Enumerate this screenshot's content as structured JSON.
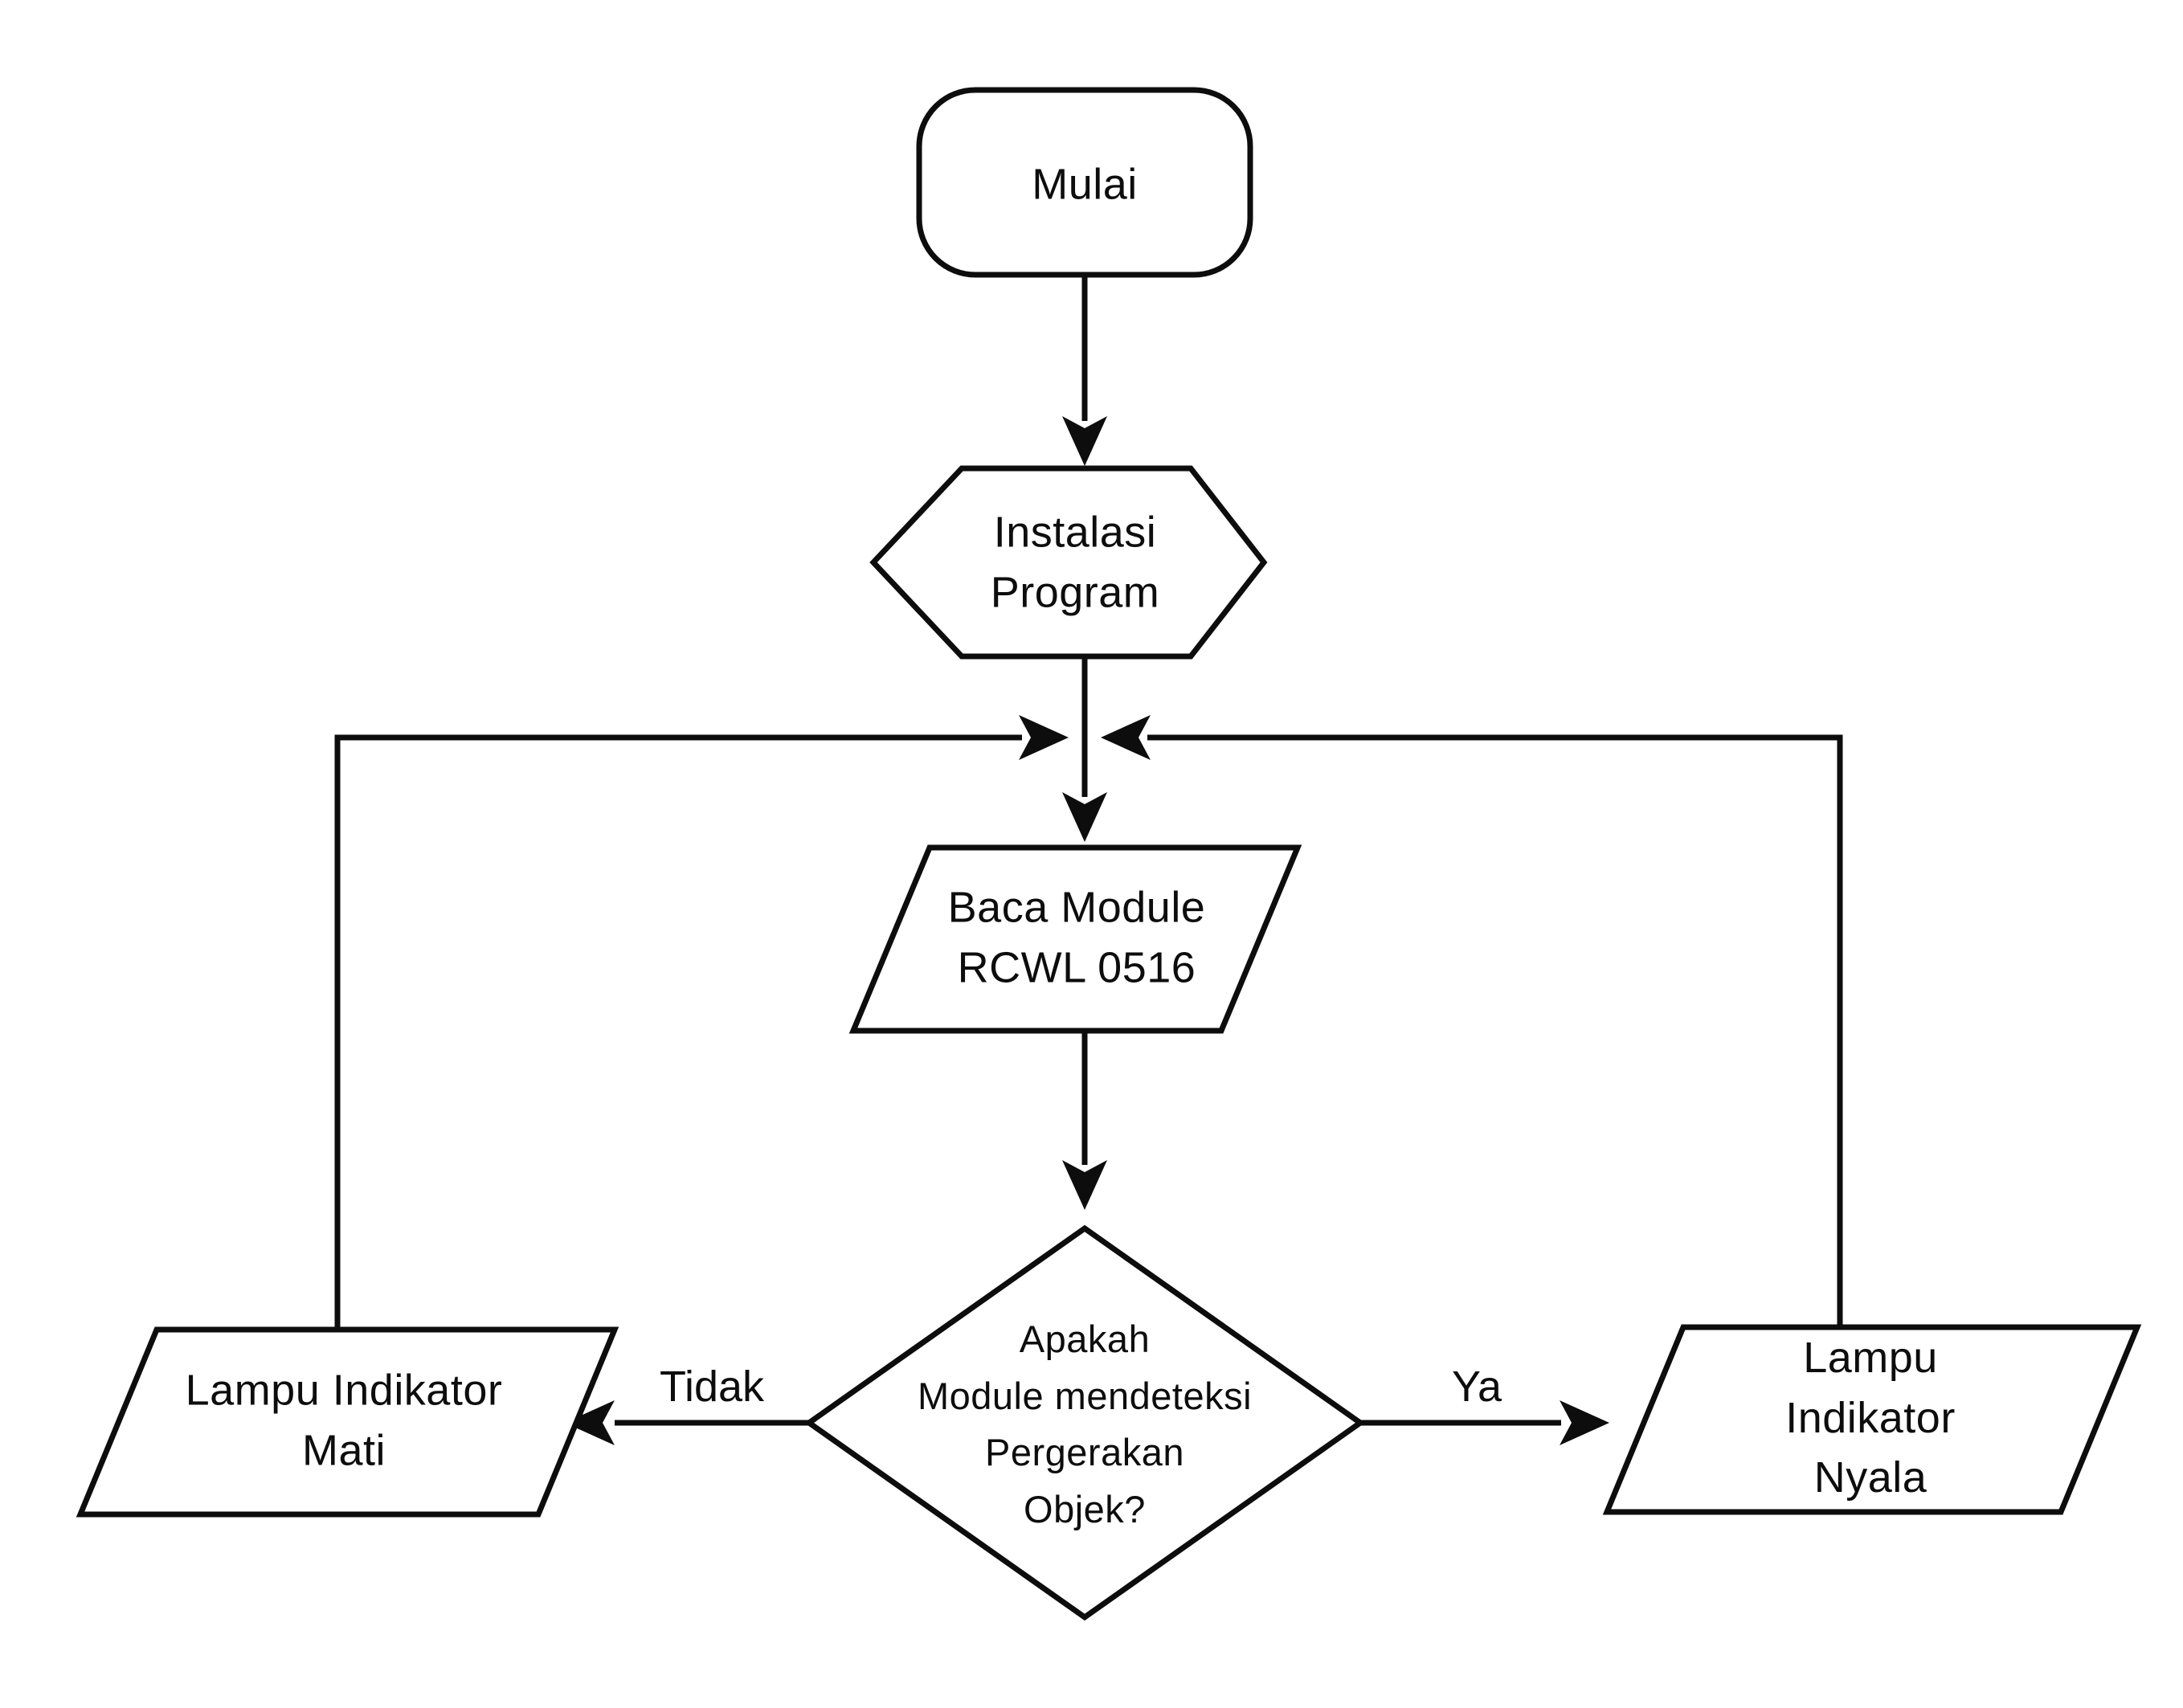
{
  "diagram": {
    "type": "flowchart",
    "language": "Indonesian",
    "background_color": "#ffffff",
    "stroke_color": "#0d0d0d",
    "nodes": {
      "start": {
        "shape": "terminator-rounded-rect",
        "label": "Mulai"
      },
      "install": {
        "shape": "preparation-hexagon",
        "label": "Instalasi\nProgram"
      },
      "read_module": {
        "shape": "input-output-parallelogram",
        "label": "Baca Module\nRCWL 0516"
      },
      "decision": {
        "shape": "decision-diamond",
        "label": "Apakah\nModule mendeteksi\nPergerakan\nObjek?"
      },
      "indicator_off": {
        "shape": "input-output-parallelogram",
        "label": "Lampu Indikator\nMati"
      },
      "indicator_on": {
        "shape": "input-output-parallelogram",
        "label": "Lampu Indikator\nNyala"
      }
    },
    "edges": {
      "start_to_install": {
        "from": "start",
        "to": "install",
        "label": ""
      },
      "install_to_read": {
        "from": "install",
        "to": "read_module",
        "label": ""
      },
      "read_to_decision": {
        "from": "read_module",
        "to": "decision",
        "label": ""
      },
      "decision_no": {
        "from": "decision",
        "to": "indicator_off",
        "label": "Tidak"
      },
      "decision_yes": {
        "from": "decision",
        "to": "indicator_on",
        "label": "Ya"
      },
      "off_loop_back": {
        "from": "indicator_off",
        "to": "read_module",
        "label": ""
      },
      "on_loop_back": {
        "from": "indicator_on",
        "to": "read_module",
        "label": ""
      }
    }
  }
}
